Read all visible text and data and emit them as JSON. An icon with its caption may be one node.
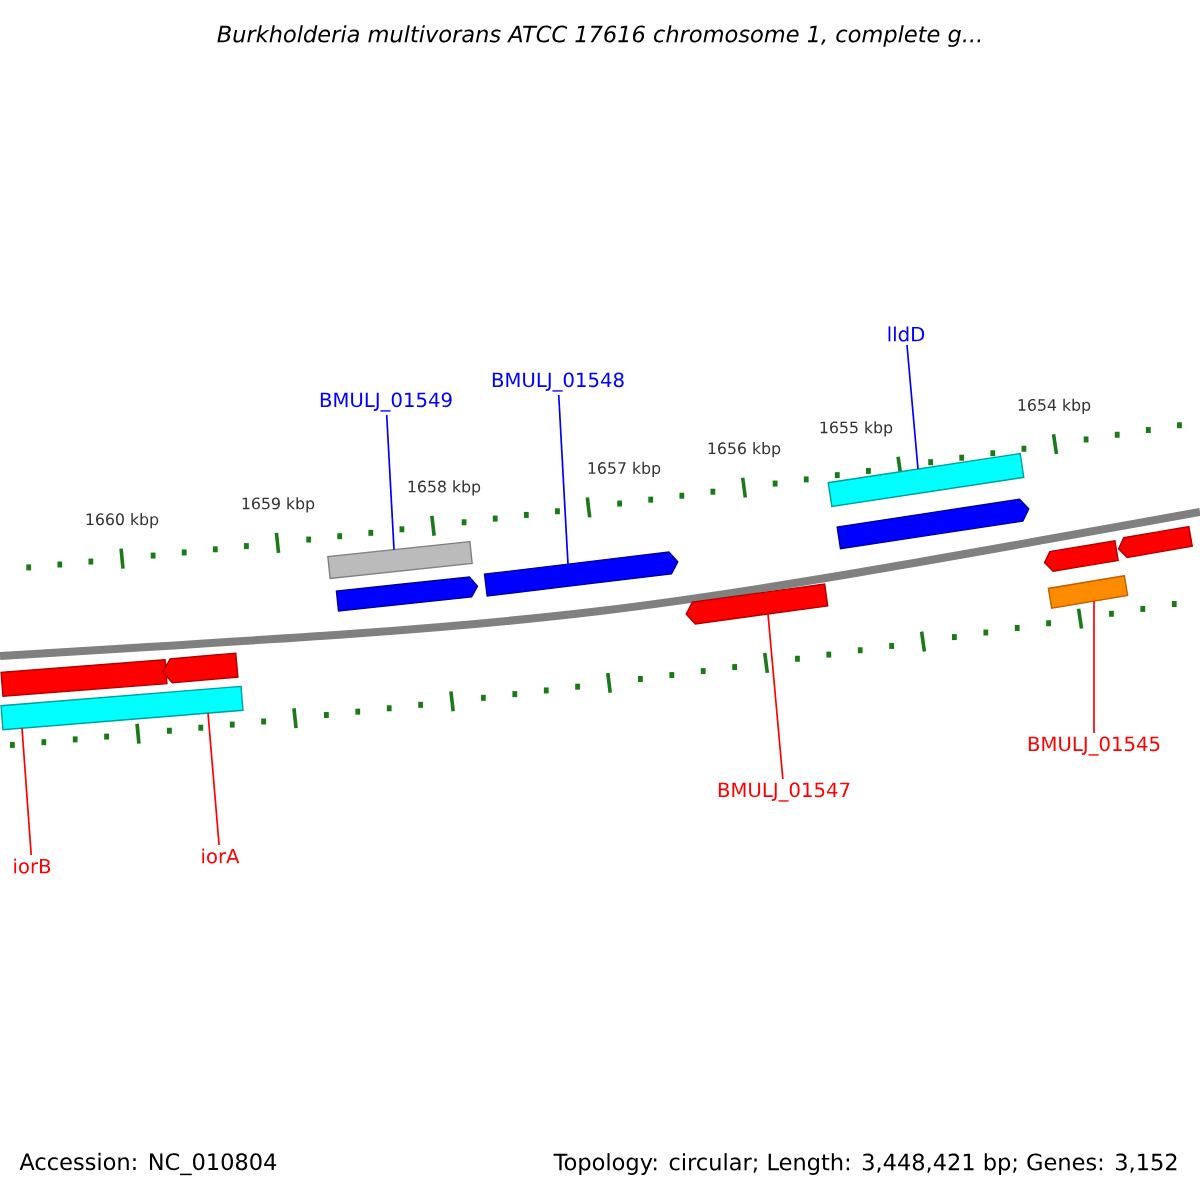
{
  "diagram": {
    "title": "Burkholderia multivorans ATCC 17616 chromosome 1, complete g...",
    "nodes": [
      {
        "text": [
          "BMULJ_01549"
        ]
      },
      {
        "text": [
          "BMULJ_01548"
        ]
      },
      {
        "text": [
          "lldD"
        ]
      },
      {
        "text": [],
        "shape": "bar"
      },
      {
        "text": [],
        "shape": "arrow"
      },
      {
        "text": [],
        "shape": "bar"
      },
      {
        "text": [],
        "shape": "bar"
      },
      {
        "text": [],
        "shape": "arrow"
      },
      {
        "text": [],
        "shape": "arrow"
      },
      {
        "text": [],
        "shape": "arrow"
      },
      {
        "text": [],
        "shape": "bar"
      },
      {
        "text": [],
        "shape": "arrow"
      },
      {
        "text": [],
        "shape": "arrow"
      },
      {
        "text": [],
        "shape": "arrow"
      },
      {
        "text": [],
        "shape": "bar"
      },
      {
        "text": [
          "iorB"
        ]
      },
      {
        "text": [
          "iorA"
        ]
      },
      {
        "text": [
          "BMULJ_01547"
        ]
      },
      {
        "text": [
          "BMULJ_01545"
        ]
      }
    ],
    "edges": [
      {
        "from": 0,
        "to": 6,
        "arrow": "none",
        "color": "#0000ff"
      },
      {
        "from": 1,
        "to": 8,
        "arrow": "none",
        "color": "#0000ff"
      },
      {
        "from": 2,
        "to": 10,
        "arrow": "none",
        "color": "#0000ff"
      },
      {
        "from": 15,
        "to": 5,
        "arrow": "none"
      },
      {
        "from": 16,
        "to": 5,
        "arrow": "none"
      },
      {
        "from": 17,
        "to": 9,
        "arrow": "none"
      },
      {
        "from": 18,
        "to": 14,
        "arrow": "none"
      }
    ],
    "labels": [
      "1660 kbp",
      "1659 kbp",
      "1658 kbp",
      "1657 kbp",
      "1656 kbp",
      "1655 kbp",
      "1654 kbp",
      "Accession: NC_010804",
      "Topology: circular; Length: 3,448,421 bp; Genes: 3,152"
    ]
  }
}
